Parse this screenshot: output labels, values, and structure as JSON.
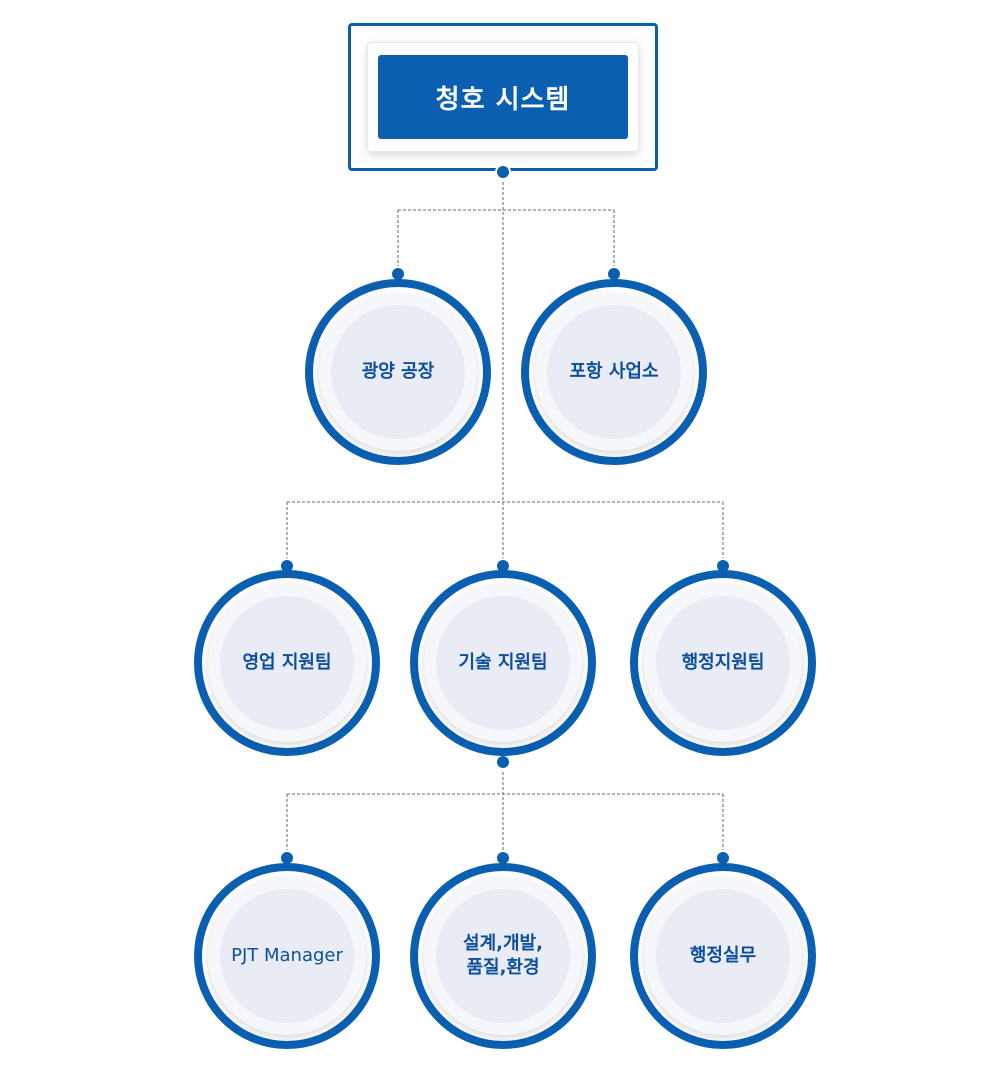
{
  "root": {
    "label": "청호 시스템"
  },
  "level1": [
    {
      "label": "광양 공장"
    },
    {
      "label": "포항 사업소"
    }
  ],
  "level2": [
    {
      "label": "영업 지원팀"
    },
    {
      "label": "기술 지원팀"
    },
    {
      "label": "행정지원팀"
    }
  ],
  "level3": [
    {
      "label": "PJT Manager"
    },
    {
      "line1": "설계,개발,",
      "line2": "품질,환경"
    },
    {
      "label": "행정실무"
    }
  ],
  "colors": {
    "primary": "#0a5fb0",
    "node_fill": "#e9ecf4",
    "text": "#0d4f9e",
    "connector": "#888888"
  }
}
